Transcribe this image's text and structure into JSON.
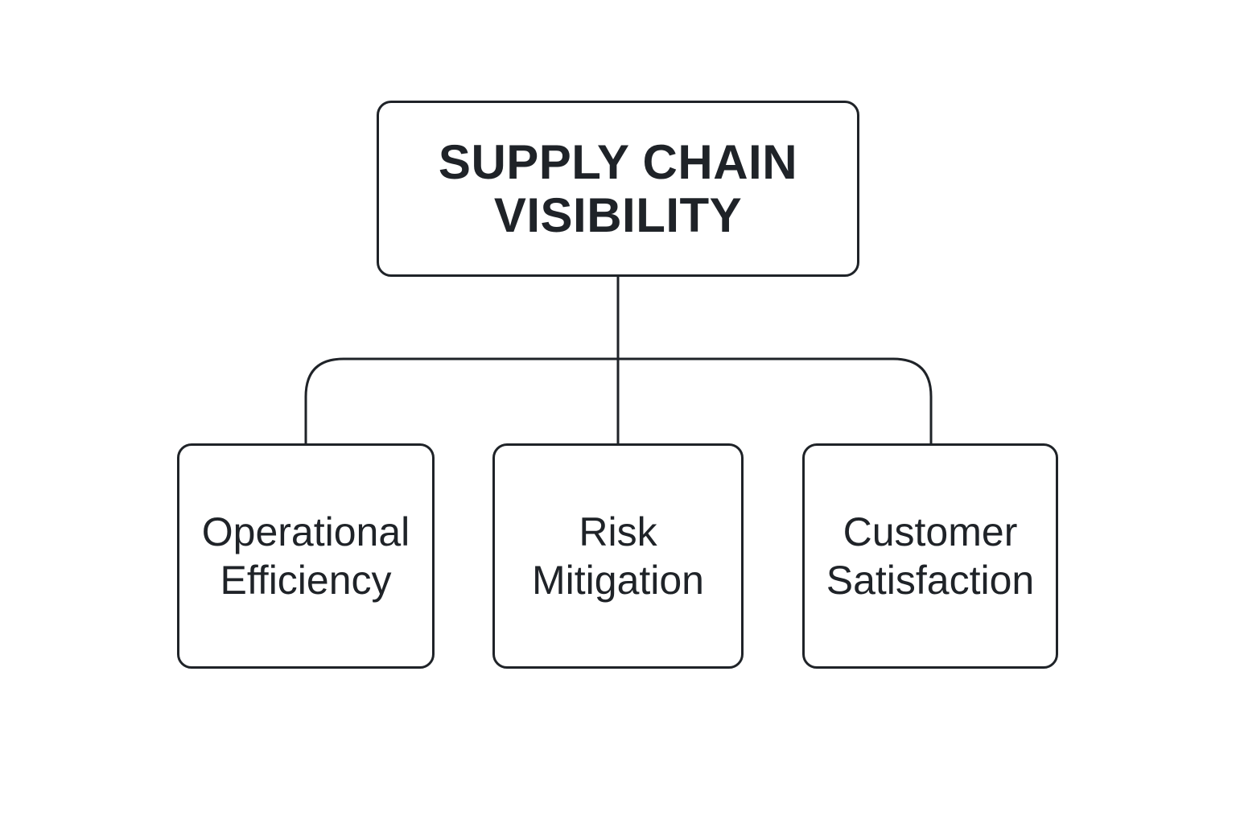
{
  "root": {
    "lines": [
      "SUPPLY CHAIN",
      "VISIBILITY"
    ]
  },
  "children": [
    {
      "lines": [
        "Operational",
        "Efficiency"
      ]
    },
    {
      "lines": [
        "Risk",
        "Mitigation"
      ]
    },
    {
      "lines": [
        "Customer",
        "Satisfaction"
      ]
    }
  ],
  "colors": {
    "stroke": "#1f2328",
    "background": "#ffffff"
  }
}
